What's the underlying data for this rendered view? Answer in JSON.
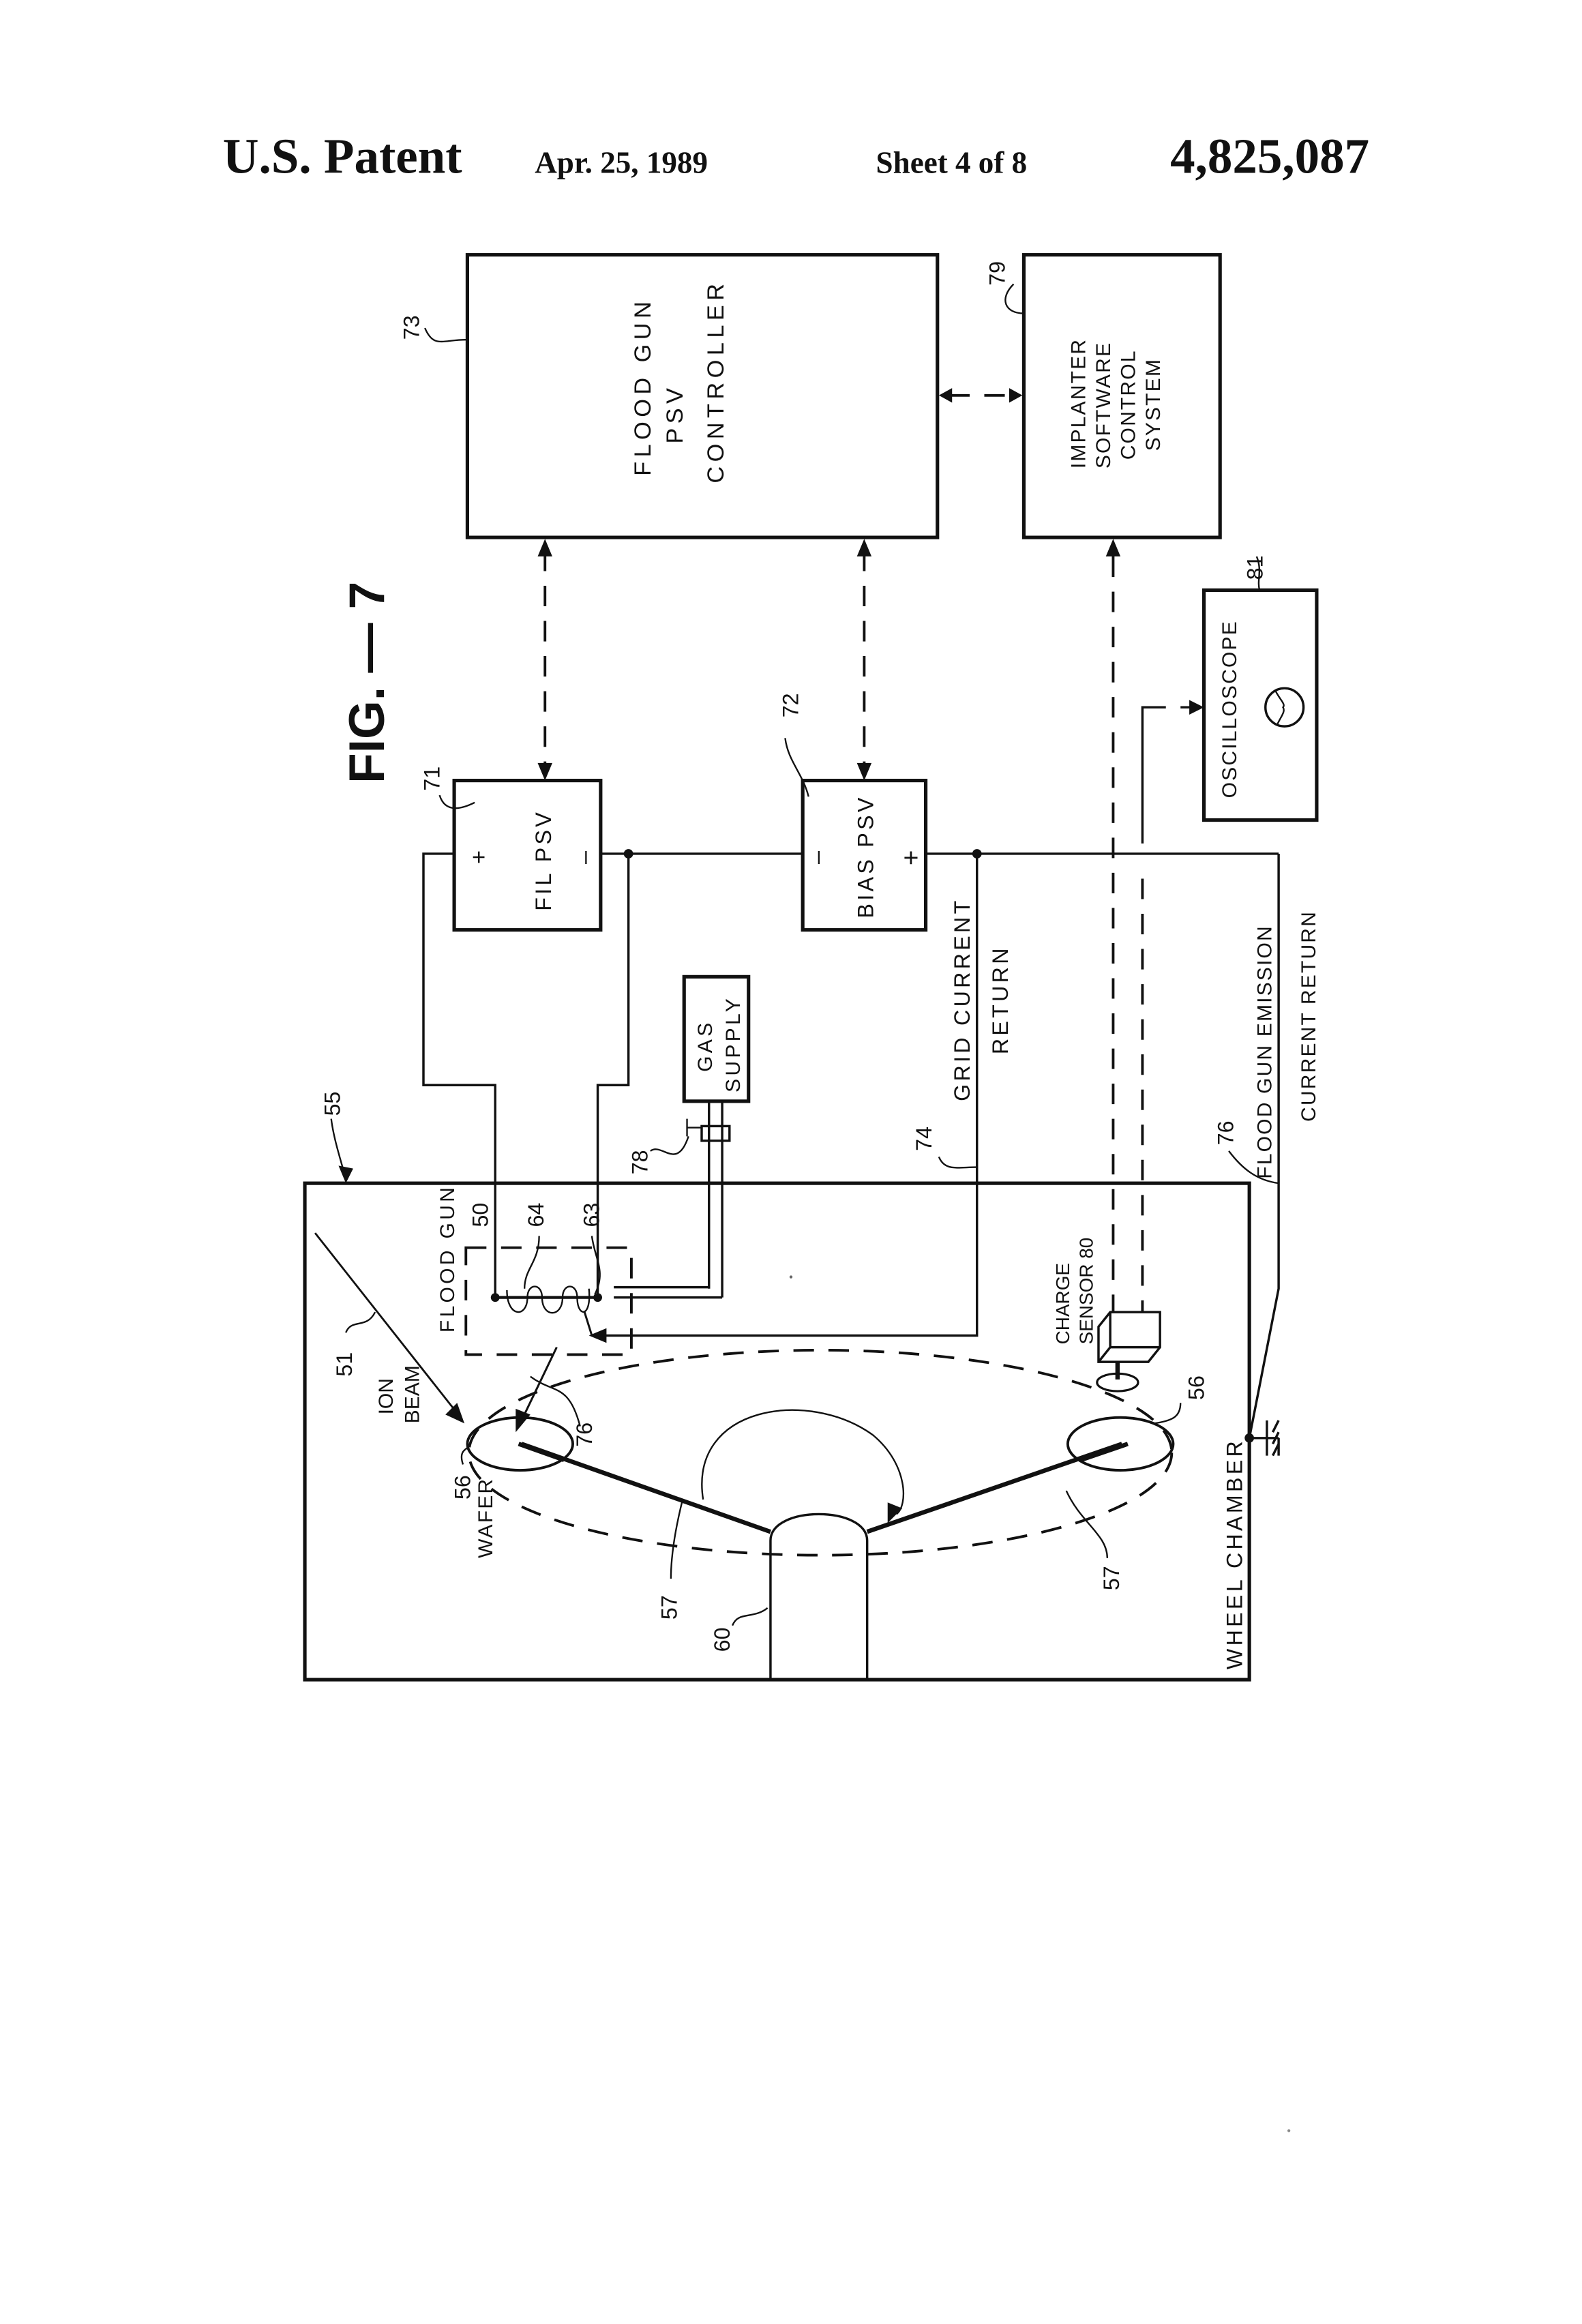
{
  "header": {
    "title": "U.S. Patent",
    "date": "Apr. 25, 1989",
    "sheet": "Sheet 4 of 8",
    "patent_number": "4,825,087"
  },
  "figure": {
    "label": "FIG. — 7"
  },
  "blocks": {
    "controller": {
      "ref": "73",
      "lines": [
        "FLOOD GUN",
        "PSV",
        "CONTROLLER"
      ]
    },
    "implanter": {
      "ref": "79",
      "lines": [
        "IMPLANTER",
        "SOFTWARE",
        "CONTROL",
        "SYSTEM"
      ]
    },
    "fil_psv": {
      "ref": "71",
      "label": "FIL PSV",
      "plus": "+",
      "minus": "–"
    },
    "bias_psv": {
      "ref": "72",
      "label": "BIAS PSV",
      "plus": "+",
      "minus": "–"
    },
    "oscilloscope": {
      "ref": "81",
      "label": "OSCILLOSCOPE"
    },
    "gas_supply": {
      "lines": [
        "GAS",
        "SUPPLY"
      ]
    }
  },
  "chamber": {
    "ref": "55",
    "label": "WHEEL CHAMBER",
    "flood_gun": {
      "label": "FLOOD GUN",
      "ref": "50"
    },
    "filament_ref": "64",
    "grid_ref": "63",
    "ion_beam": {
      "lines": [
        "ION",
        "BEAM"
      ],
      "ref": "51"
    },
    "wafer": {
      "label": "WAFER",
      "ref": "56"
    },
    "wafer_right_ref": "56",
    "spoke_ref_left": "57",
    "spoke_ref_right": "57",
    "hub_ref": "60",
    "electron_ref": "76",
    "charge_sensor": {
      "label": "CHARGE",
      "label2": "SENSOR 80"
    }
  },
  "wires": {
    "grid_return": {
      "ref": "74",
      "lines": [
        "GRID CURRENT",
        "RETURN"
      ]
    },
    "emission_return": {
      "ref": "76",
      "lines": [
        "FLOOD GUN EMISSION",
        "CURRENT RETURN"
      ]
    },
    "gas_valve_ref": "78"
  }
}
